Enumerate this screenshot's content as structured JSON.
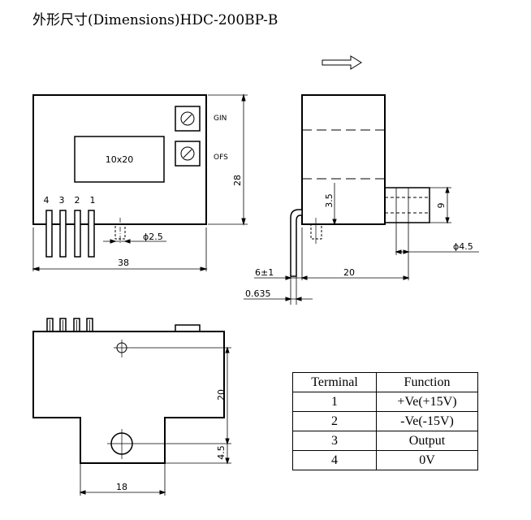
{
  "title": "外形尺寸(Dimensions)HDC-200BP-B",
  "front_view": {
    "display_text": "10x20",
    "gin_label": "GIN",
    "ofs_label": "OFS",
    "pin_numbers": [
      "4",
      "3",
      "2",
      "1"
    ],
    "dim_height": "28",
    "dim_width": "38",
    "dim_pin_dia": "ϕ2.5"
  },
  "side_view": {
    "dim_35": "3.5",
    "dim_9": "9",
    "dim_hole": "ϕ4.5",
    "dim_pin_offset": "6±1",
    "dim_20": "20",
    "dim_thickness": "0.635"
  },
  "bottom_view": {
    "dim_20": "20",
    "dim_45": "4.5",
    "dim_18": "18"
  },
  "terminal_table": {
    "headers": [
      "Terminal",
      "Function"
    ],
    "rows": [
      [
        "1",
        "+Ve(+15V)"
      ],
      [
        "2",
        "-Ve(-15V)"
      ],
      [
        "3",
        "Output"
      ],
      [
        "4",
        "0V"
      ]
    ]
  }
}
